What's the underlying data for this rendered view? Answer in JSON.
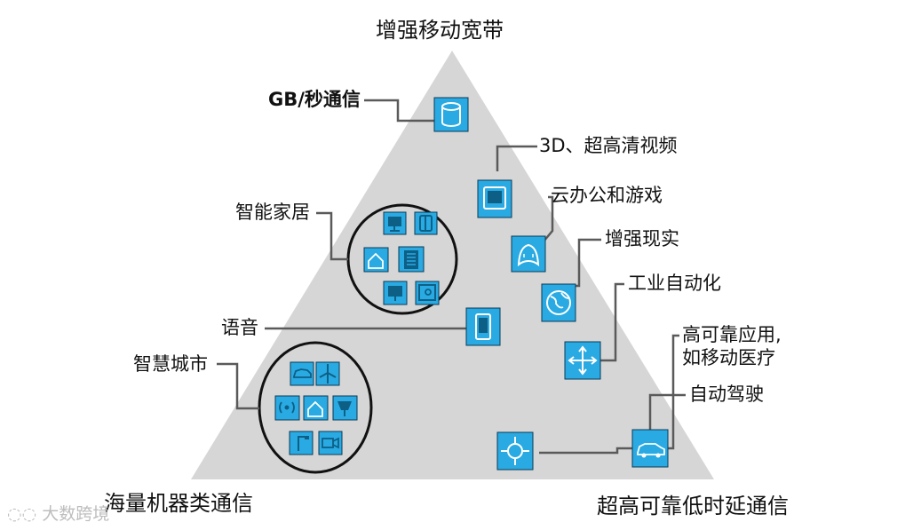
{
  "corners": {
    "top": "增强移动宽带",
    "bottom_left": "海量机器类通信",
    "bottom_right": "超高可靠低时延通信"
  },
  "labels": {
    "gb": "GB/秒通信",
    "video": "3D、超高清视频",
    "cloud": "云办公和游戏",
    "ar": "增强现实",
    "industry": "工业自动化",
    "reliable_1": "高可靠应用,",
    "reliable_2": "如移动医疗",
    "autodrive": "自动驾驶",
    "smarthome": "智能家居",
    "voice": "语音",
    "smartcity": "智慧城市"
  },
  "watermark": "大数跨境",
  "colors": {
    "triangle": "#d6d6d6",
    "icon_fill": "#29aae2",
    "leader": "#5a5a5a",
    "circle": "#111111"
  }
}
